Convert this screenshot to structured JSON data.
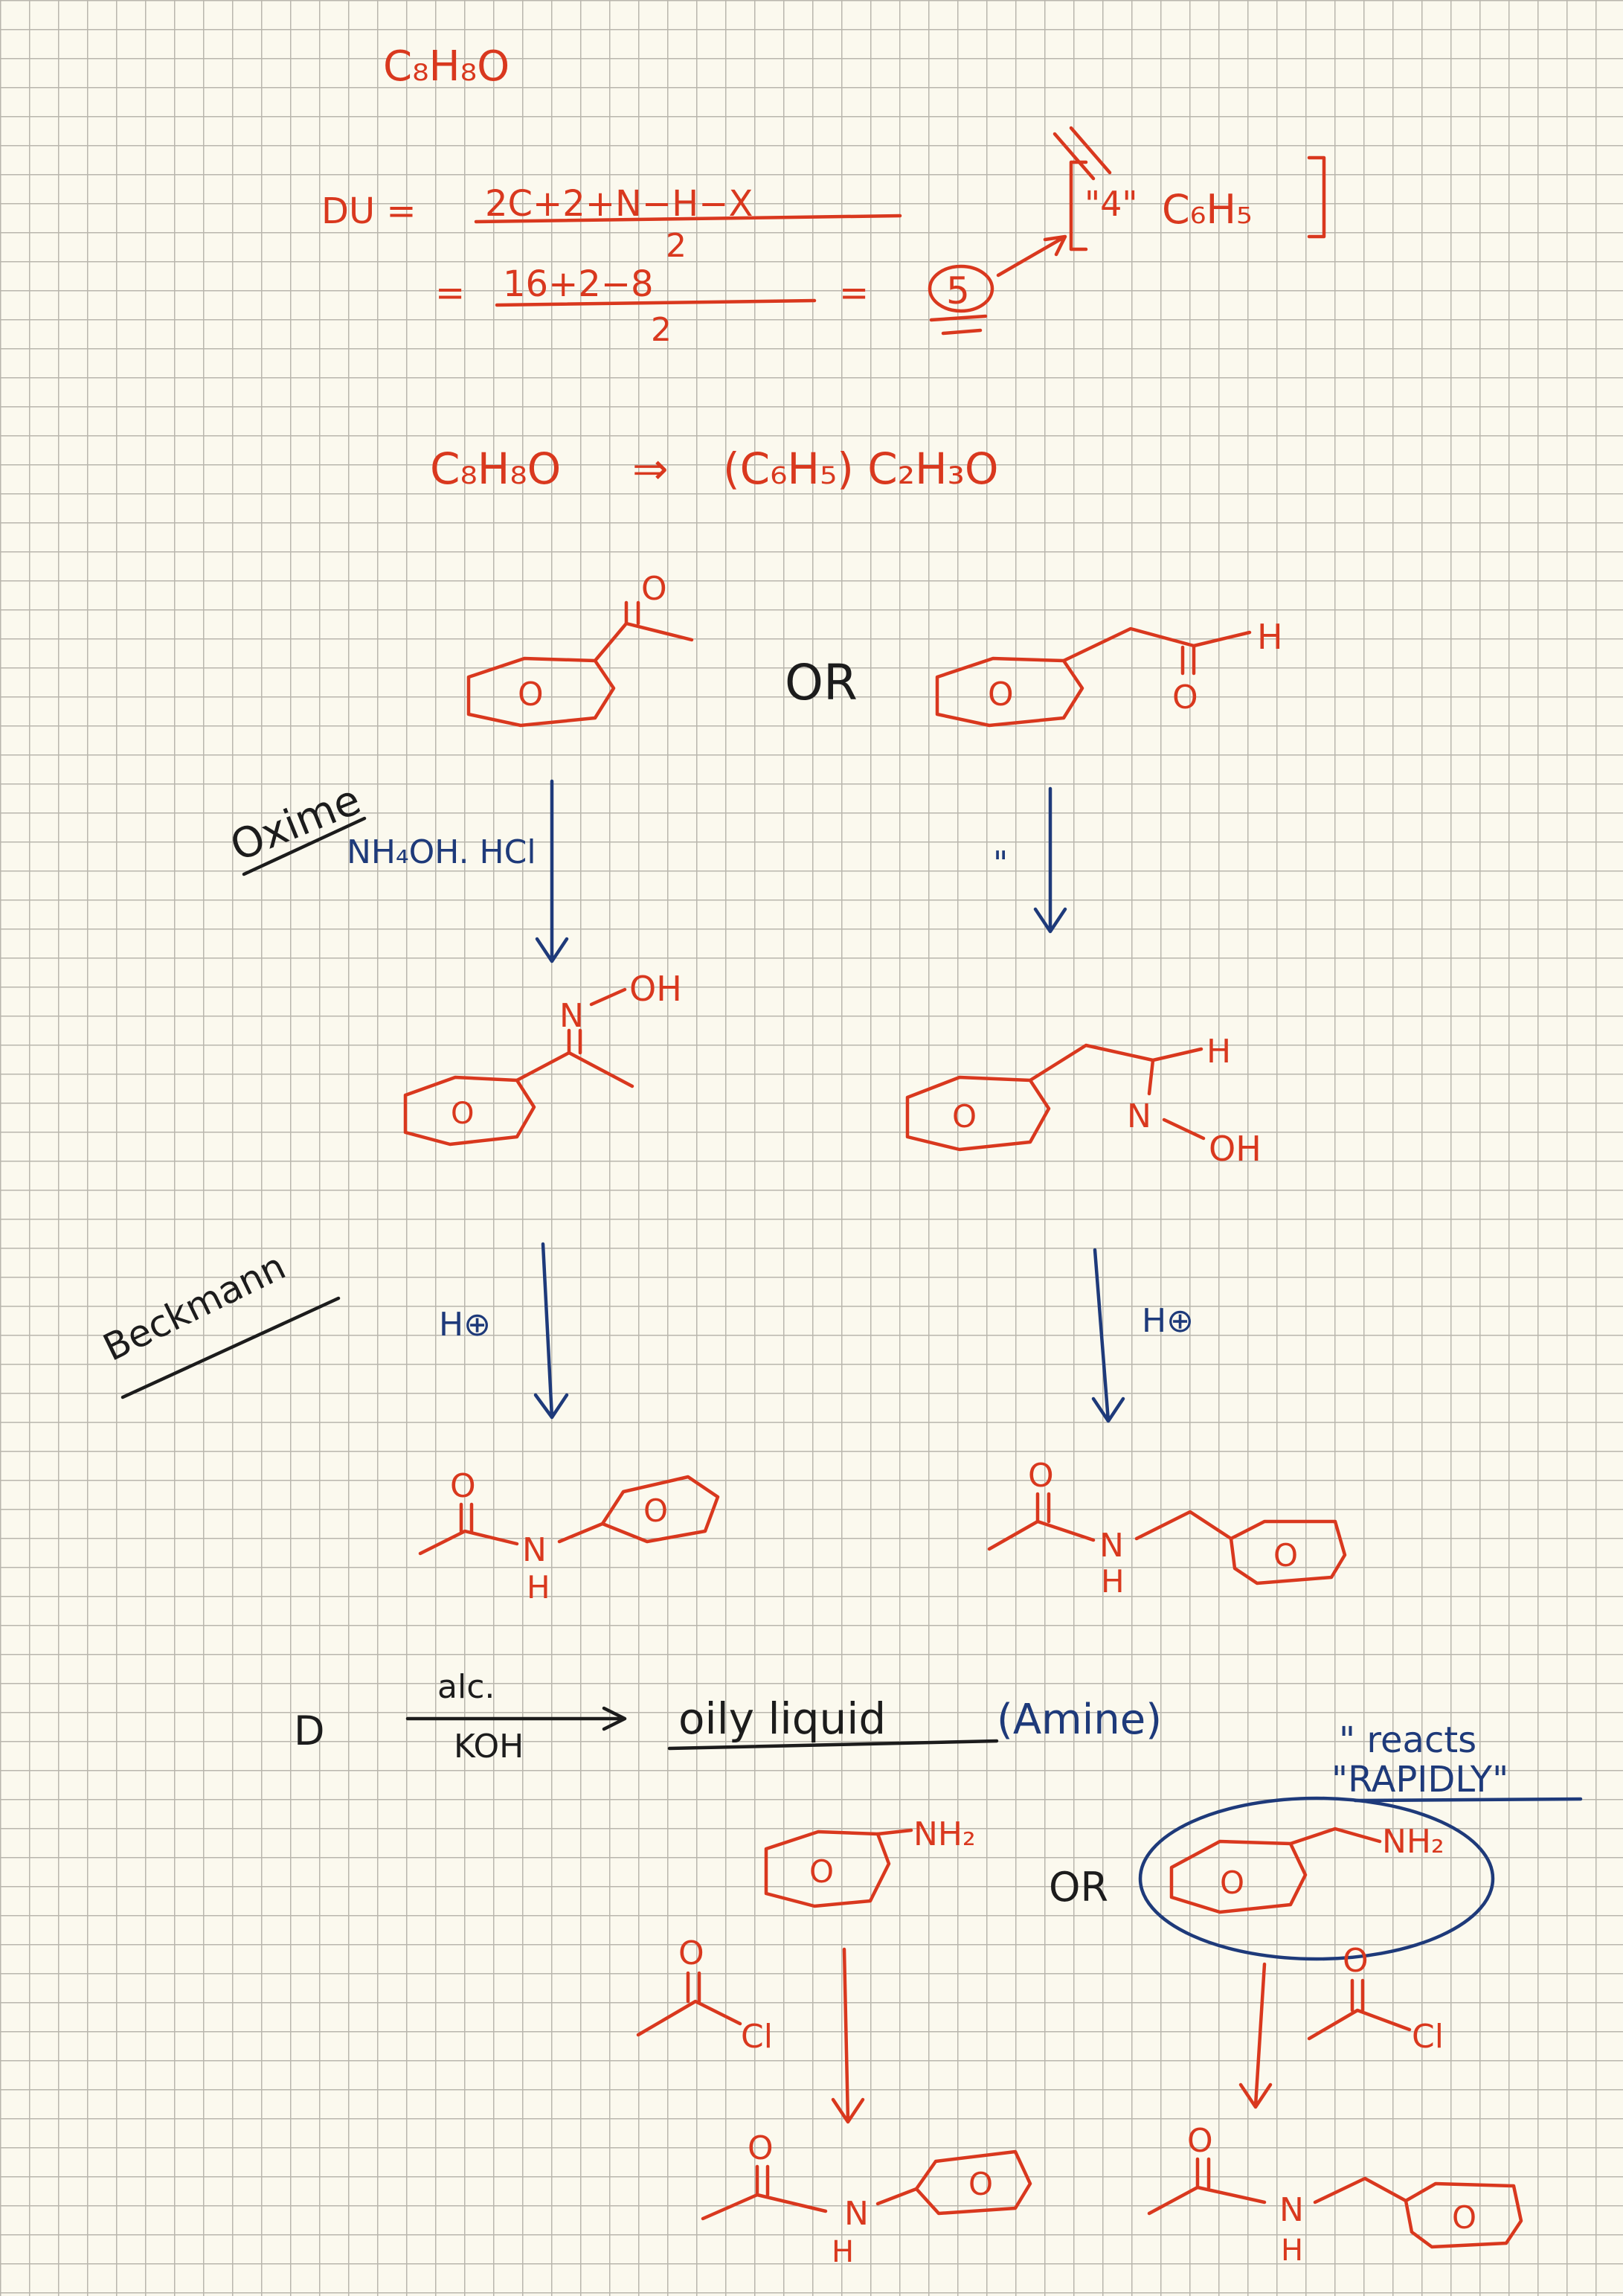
{
  "colors": {
    "paper": "#fbf9ee",
    "grid": "#b9b6ad",
    "red_ink": "#d9381e",
    "blue_ink": "#1e3a7a",
    "black_ink": "#1c1c1c"
  },
  "formula": "C₈H₈O",
  "du": {
    "lhs": "DU =",
    "numerator": "2C+2+N−H−X",
    "denominator": "2",
    "eq2": "=",
    "numerator2": "16+2−8",
    "denominator2": "2",
    "eq3": "=",
    "result": "5",
    "note_quote": "\"4\"",
    "note_formula": "C₆H₅"
  },
  "breakdown": {
    "lhs": "C₈H₈O",
    "arrow": "⇒",
    "rhs": "(C₆H₅) C₂H₃O"
  },
  "or_label": "OR",
  "ring_label": "O",
  "oxime": {
    "label": "Oxime",
    "reagent": "NH₄OH. HCl",
    "ditto": "\""
  },
  "atoms": {
    "O": "O",
    "H": "H",
    "N": "N",
    "OH": "OH",
    "NH2": "NH₂",
    "Cl": "Cl"
  },
  "beckmann": {
    "label": "Beckmann",
    "reagent_left": "H⊕",
    "reagent_right": "H⊕"
  },
  "hydrolysis": {
    "start": "D",
    "over_arrow": "alc.",
    "under_arrow": "KOH",
    "product": "oily liquid",
    "product_note": "(Amine)",
    "rapid_line1": "\" reacts",
    "rapid_line2": "\"RAPIDLY\""
  },
  "or_label2": "OR"
}
